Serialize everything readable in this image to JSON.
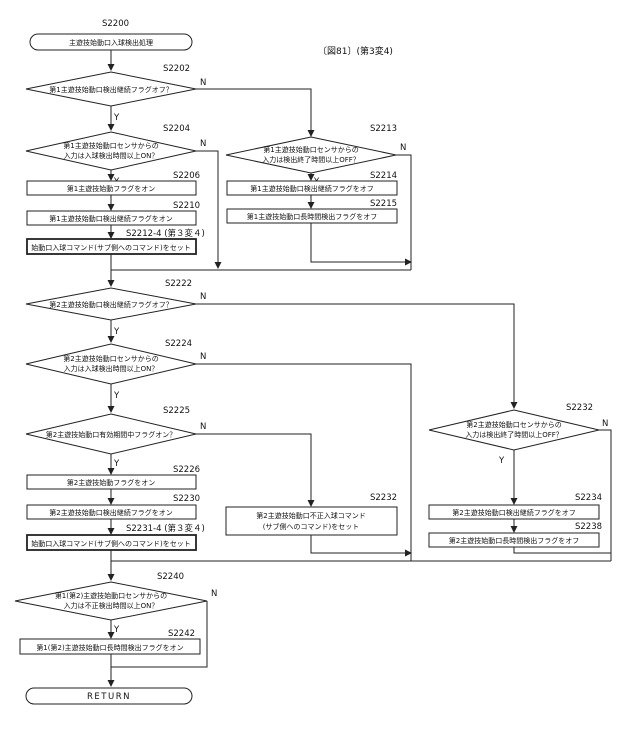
{
  "figure_label": "〔図81〕(第3変4)",
  "start": {
    "id": "S2200",
    "text": "主遊技始動口入球検出処理"
  },
  "end": {
    "text": "RETURN"
  },
  "yes": "Y",
  "no": "N",
  "nodes": {
    "s2202": {
      "id": "S2202",
      "text": "第1主遊技始動口検出継続フラグオフ？"
    },
    "s2204": {
      "id": "S2204",
      "line1": "第1主遊技始動口センサからの",
      "line2": "入力は入球検出時間以上ON？"
    },
    "s2206": {
      "id": "S2206",
      "text": "第1主遊技始動フラグをオン"
    },
    "s2210": {
      "id": "S2210",
      "text": "第1主遊技始動口検出継続フラグをオン"
    },
    "s2212": {
      "id": "S2212-4 (第３変４)",
      "text": "始動口入球コマンド(サブ側へのコマンド)をセット"
    },
    "s2213": {
      "id": "S2213",
      "line1": "第1主遊技始動口センサからの",
      "line2": "入力は検出終了時間以上OFF？"
    },
    "s2214": {
      "id": "S2214",
      "text": "第1主遊技始動口検出継続フラグをオフ"
    },
    "s2215": {
      "id": "S2215",
      "text": "第1主遊技始動口長時間検出フラグをオフ"
    },
    "s2222": {
      "id": "S2222",
      "text": "第2主遊技始動口検出継続フラグオフ？"
    },
    "s2224": {
      "id": "S2224",
      "line1": "第2主遊技始動口センサからの",
      "line2": "入力は入球検出時間以上ON？"
    },
    "s2225": {
      "id": "S2225",
      "text": "第2主遊技始動口有効期間中フラグオン？"
    },
    "s2226": {
      "id": "S2226",
      "text": "第2主遊技始動フラグをオン"
    },
    "s2230": {
      "id": "S2230",
      "text": "第2主遊技始動口検出継続フラグをオン"
    },
    "s2231": {
      "id": "S2231-4 (第３変４)",
      "text": "始動口入球コマンド(サブ側へのコマンド)をセット"
    },
    "s2232a": {
      "id": "S2232",
      "line1": "第2主遊技始動口不正入球コマンド",
      "line2": "(サブ側へのコマンド)をセット"
    },
    "s2232b": {
      "id": "S2232",
      "line1": "第2主遊技始動口センサからの",
      "line2": "入力は検出終了時間以上OFF？"
    },
    "s2234": {
      "id": "S2234",
      "text": "第2主遊技始動口検出継続フラグをオフ"
    },
    "s2238": {
      "id": "S2238",
      "text": "第2主遊技始動口長時間検出フラグをオフ"
    },
    "s2240": {
      "id": "S2240",
      "line1": "第1(第2)主遊技始動口センサからの",
      "line2": "入力は不正検出時間以上ON？"
    },
    "s2242": {
      "id": "S2242",
      "text": "第1(第2)主遊技始動口長時間検出フラグをオン"
    }
  }
}
